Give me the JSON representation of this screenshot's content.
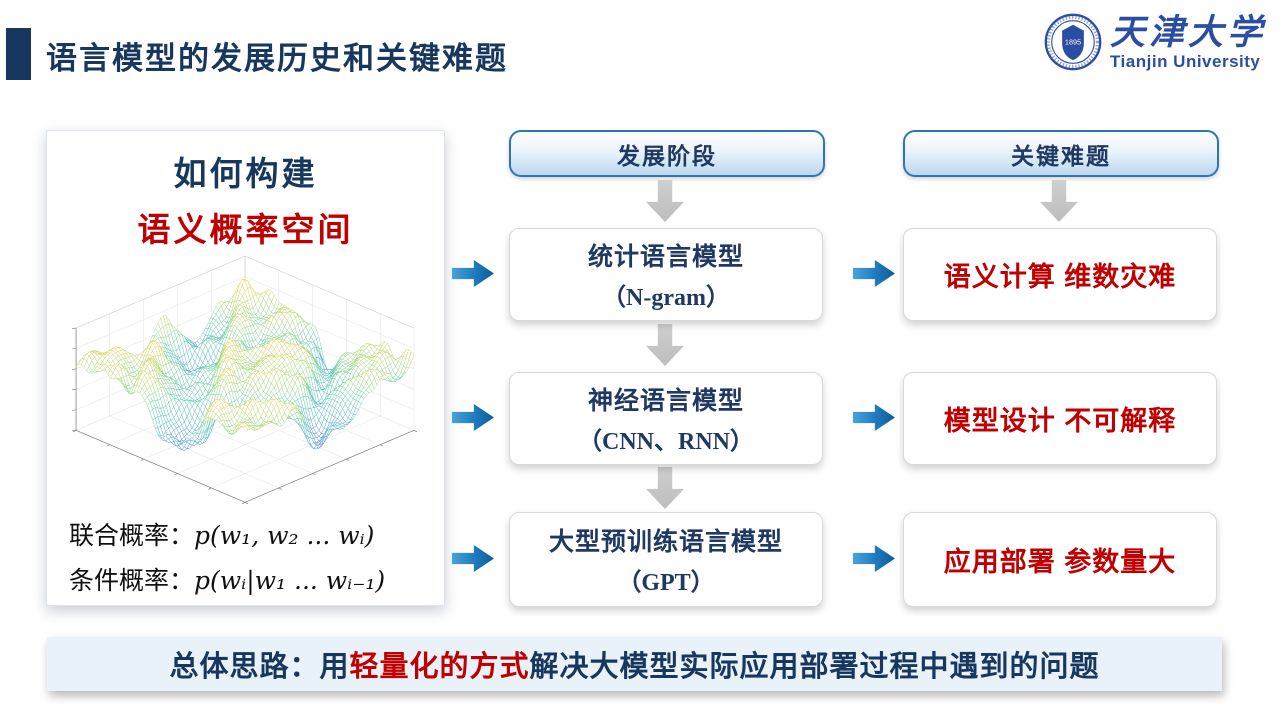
{
  "header": {
    "title": "语言模型的发展历史和关键难题",
    "logo_cn": "天津大学",
    "logo_en": "Tianjin University",
    "logo_seal_year": "1895"
  },
  "left_panel": {
    "question_line1": "如何构建",
    "question_line2": "语义概率空间",
    "joint_label": "联合概率：",
    "joint_formula": "p(w₁, w₂ ... wᵢ)",
    "cond_label": "条件概率：",
    "cond_formula": "p(wᵢ|w₁ ... wᵢ₋₁)"
  },
  "stages_column": {
    "header": "发展阶段",
    "items": [
      {
        "line1": "统计语言模型",
        "line2": "（N-gram）"
      },
      {
        "line1": "神经语言模型",
        "line2": "（CNN、RNN）"
      },
      {
        "line1": "大型预训练语言模型",
        "line2": "（GPT）"
      }
    ]
  },
  "challenges_column": {
    "header": "关键难题",
    "items": [
      {
        "text": "语义计算 维数灾难"
      },
      {
        "text": "模型设计 不可解释"
      },
      {
        "text": "应用部署 参数量大"
      }
    ]
  },
  "banner": {
    "prefix": "总体思路：用",
    "highlight": "轻量化的方式",
    "suffix": "解决大模型实际应用部署过程中遇到的问题"
  },
  "colors": {
    "navy": "#17375E",
    "box_text_navy": "#1F3864",
    "red": "#C00000",
    "pill_border": "#2E75B6",
    "pill_fill_bottom": "#BDD7EE",
    "gray_arrow": "#BFBFBF",
    "blue_arrow_light": "#46A3DC",
    "blue_arrow_dark": "#0B5C9D",
    "banner_bg": "#E9F1F9",
    "logo_blue": "#2B4EA2"
  }
}
